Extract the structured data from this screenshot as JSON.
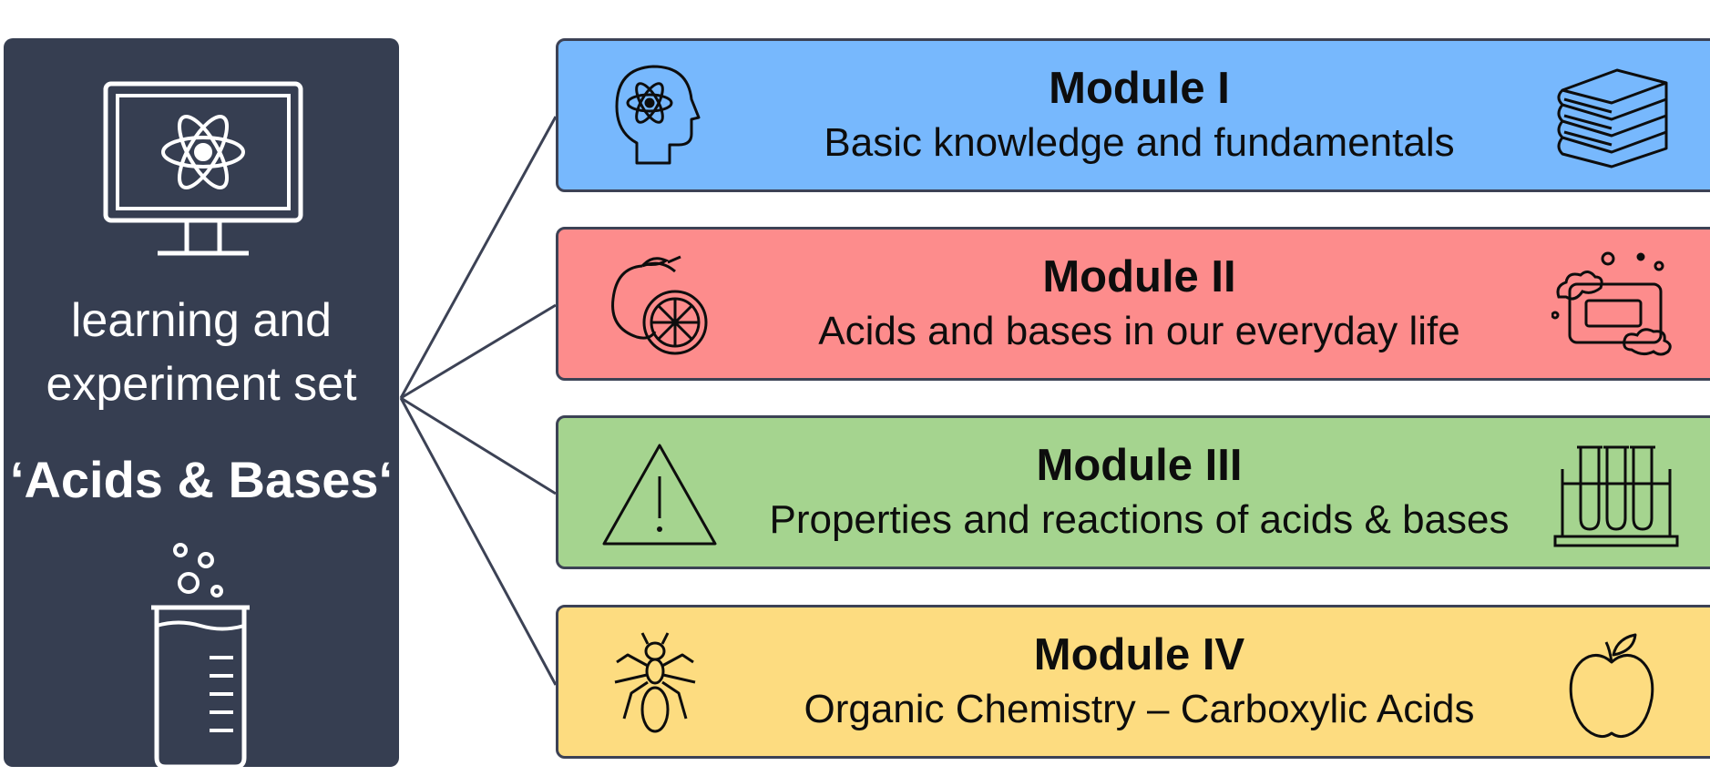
{
  "overview": {
    "line1": "learning and",
    "line2": "experiment set",
    "title": "‘Acids & Bases‘"
  },
  "icons": {
    "monitor": "computer-monitor-atom-icon",
    "beaker": "beaker-bubbles-icon"
  },
  "colors": {
    "panel": "#363e51",
    "module_i": "#77b8fd",
    "module_ii": "#fd8c8c",
    "module_iii": "#a5d48f",
    "module_iv": "#fddc80",
    "outline": "#3c4255"
  },
  "modules": [
    {
      "heading": "Module I",
      "subtitle": "Basic knowledge and fundamentals",
      "left_icon": "head-atom-icon",
      "right_icon": "books-stack-icon"
    },
    {
      "heading": "Module II",
      "subtitle": "Acids and bases in our everyday life",
      "left_icon": "lemon-icon",
      "right_icon": "soap-bubbles-icon"
    },
    {
      "heading": "Module III",
      "subtitle": "Properties and reactions of acids & bases",
      "left_icon": "warning-triangle-icon",
      "right_icon": "test-tubes-icon"
    },
    {
      "heading": "Module IV",
      "subtitle": "Organic Chemistry – Carboxylic Acids",
      "left_icon": "ant-icon",
      "right_icon": "apple-icon"
    }
  ]
}
